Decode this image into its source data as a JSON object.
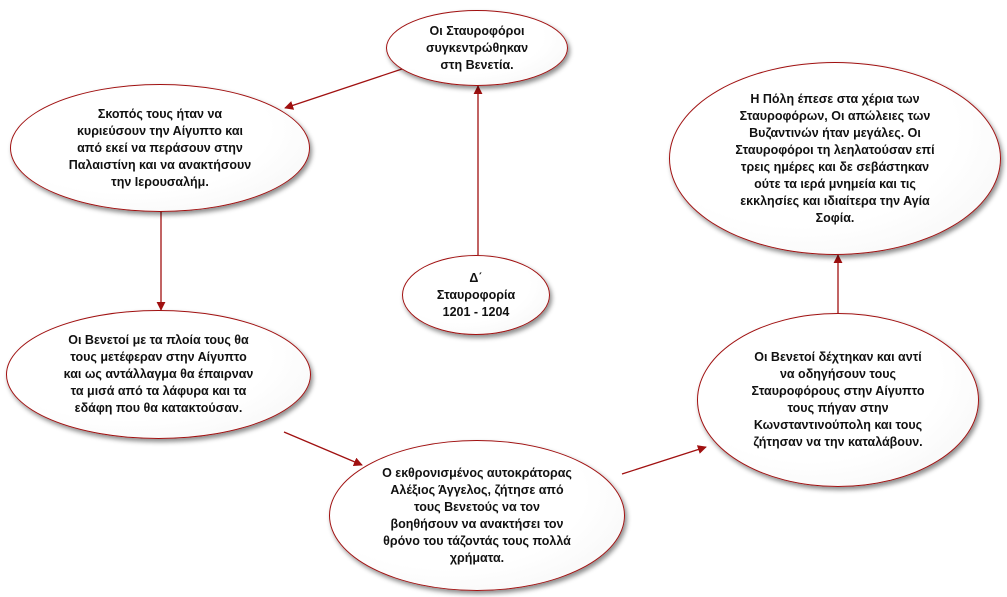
{
  "nodes": {
    "center": "Δ΄\nΣταυροφορία\n1201 - 1204",
    "venice": "Οι Σταυροφόροι\nσυγκεντρώθηκαν\nστη Βενετία.",
    "goal": "Σκοπός τους ήταν να\nκυριεύσουν την Αίγυπτο και\nαπό εκεί να περάσουν στην\nΠαλαιστίνη και να ανακτήσουν\nτην Ιερουσαλήμ.",
    "ships": "Οι Βενετοί με τα πλοία τους θα\nτους μετέφεραν στην Αίγυπτο\nκαι ως αντάλλαγμα θα έπαιρναν\nτα μισά από τα λάφυρα και τα\nεδάφη που θα κατακτούσαν.",
    "alexios": "Ο εκθρονισμένος αυτοκράτορας\nΑλέξιος Άγγελος, ζήτησε από\nτους Βενετούς να τον\nβοηθήσουν να ανακτήσει τον\nθρόνο του τάζοντάς τους πολλά\nχρήματα.",
    "constantinople": "Οι Βενετοί δέχτηκαν και αντί\nνα οδηγήσουν τους\nΣταυροφόρους στην Αίγυπτο\nτους πήγαν στην\nΚωνσταντινούπολη και τους\nζήτησαν να την καταλάβουν.",
    "fall": "Η Πόλη έπεσε στα χέρια των\nΣταυροφόρων, Οι απώλειες των\nΒυζαντινών ήταν μεγάλες. Οι\nΣταυροφόροι τη λεηλατούσαν επί\nτρεις ημέρες και δε σεβάστηκαν\nούτε τα ιερά μνημεία και τις\nεκκλησίες και ιδιαίτερα την Αγία\nΣοφία."
  },
  "colors": {
    "border": "#a01010",
    "arrow": "#a01010",
    "text": "#111111",
    "background": "#ffffff"
  }
}
